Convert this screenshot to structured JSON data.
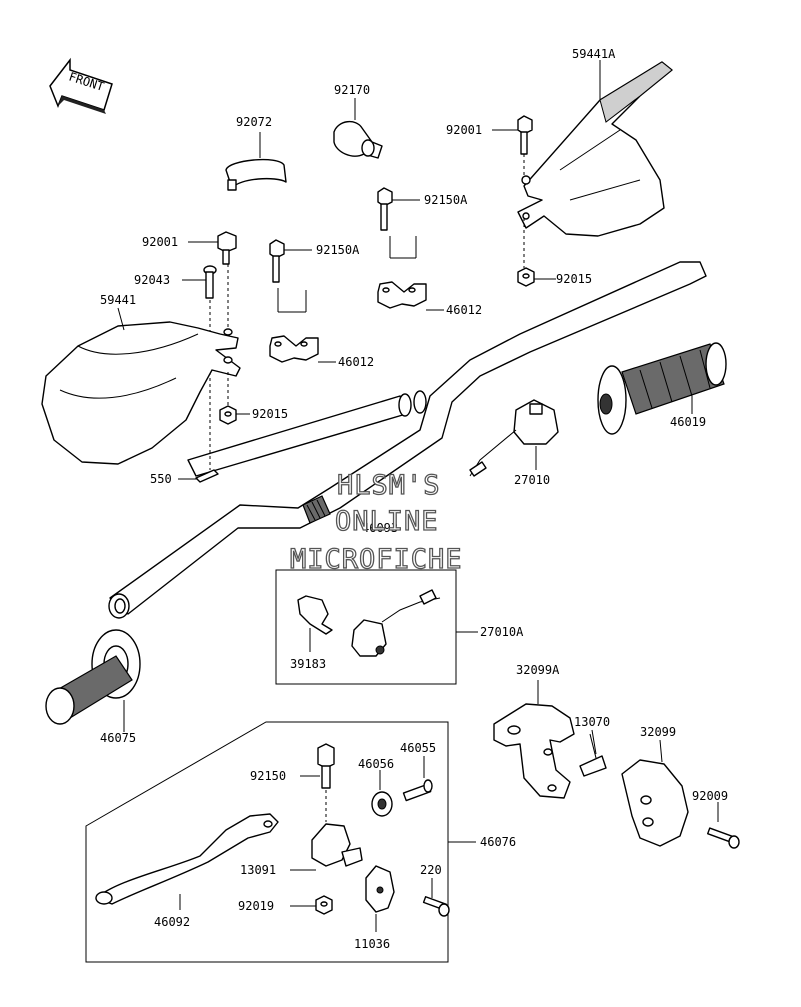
{
  "front_arrow": {
    "text": "FRONT"
  },
  "watermark": {
    "line1": "HLSM'S",
    "line2": "ONLINE",
    "line3": "MICROFICHE"
  },
  "parts": [
    "92072",
    "92170",
    "92001",
    "59441A",
    "92150A",
    "92150A",
    "92001",
    "92043",
    "59441",
    "46012",
    "46012",
    "92015",
    "92015",
    "550",
    "46019",
    "27010",
    "46093",
    "27010A",
    "39183",
    "32099A",
    "46075",
    "13070",
    "32099",
    "46055",
    "92150",
    "46056",
    "92009",
    "46076",
    "13091",
    "220",
    "46092",
    "92019",
    "11036"
  ]
}
